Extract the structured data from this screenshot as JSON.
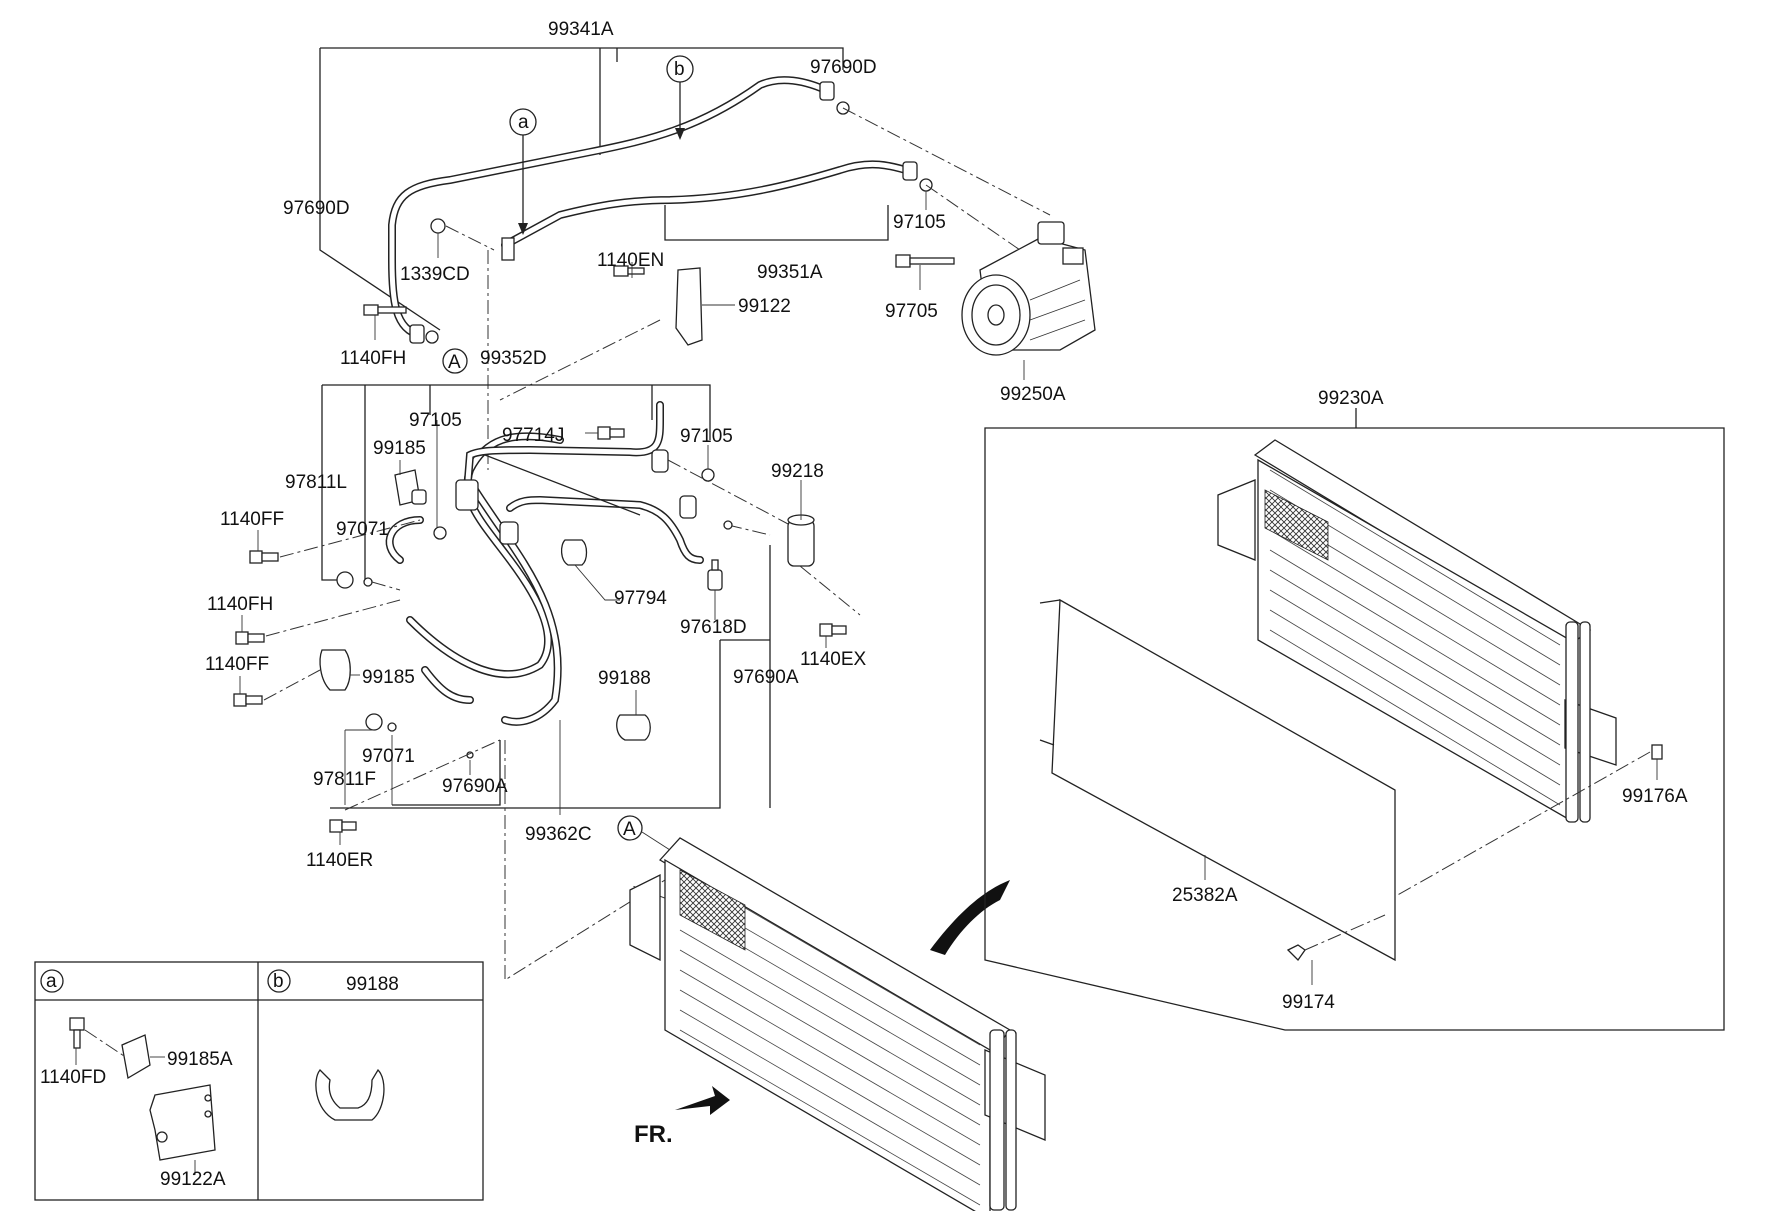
{
  "diagram": {
    "front_marker": "FR.",
    "callouts": [
      "A",
      "a",
      "b"
    ],
    "labels": {
      "p99341A": "99341A",
      "p97690D_top": "97690D",
      "p97690D_left": "97690D",
      "p97105_top": "97105",
      "p1339CD": "1339CD",
      "p99351A": "99351A",
      "p1140EN": "1140EN",
      "p99122": "99122",
      "p97705": "97705",
      "p1140FH_top": "1140FH",
      "p99352D": "99352D",
      "p99250A": "99250A",
      "p99230A": "99230A",
      "p97105_mid": "97105",
      "p99185_top": "99185",
      "p97714J": "97714J",
      "p97105_right": "97105",
      "p99218": "99218",
      "p97811L": "97811L",
      "p1140FF_top": "1140FF",
      "p97071_top": "97071",
      "p1140FH_mid": "1140FH",
      "p97794": "97794",
      "p97618D": "97618D",
      "p1140EX": "1140EX",
      "p1140FF_mid": "1140FF",
      "p99185_mid": "99185",
      "p99188": "99188",
      "p97690A_right": "97690A",
      "p97071_bot": "97071",
      "p97811F": "97811F",
      "p97690A_bot": "97690A",
      "p1140ER": "1140ER",
      "p99362C": "99362C",
      "p99176A": "99176A",
      "p25382A": "25382A",
      "p99174": "99174"
    },
    "inset": {
      "a_label": "a",
      "b_label": "b",
      "b_part": "99188",
      "p1140FD": "1140FD",
      "p99185A": "99185A",
      "p99122A": "99122A"
    }
  }
}
